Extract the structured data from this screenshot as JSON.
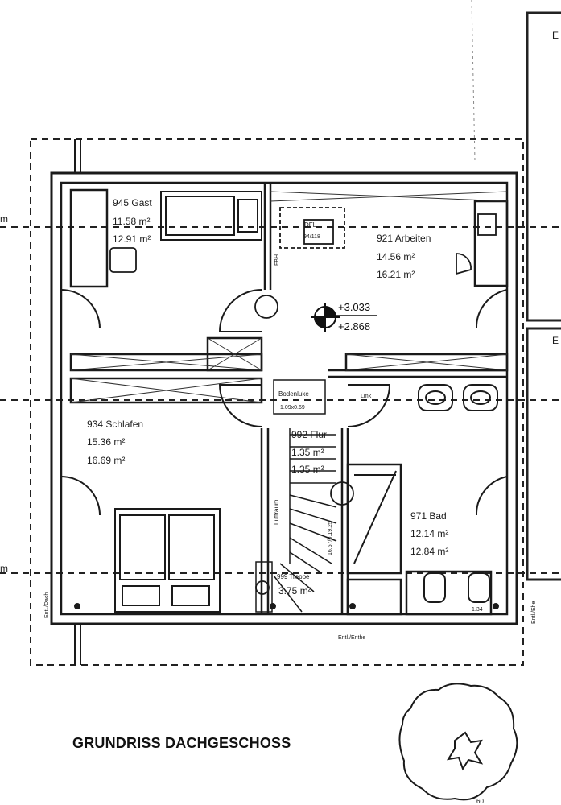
{
  "title": "GRUNDRISS DACHGESCHOSS",
  "rooms": {
    "gast": {
      "name": "945 Gast",
      "area1": "11.58 m²",
      "area2": "12.91 m²"
    },
    "arbeiten": {
      "name": "921 Arbeiten",
      "area1": "14.56 m²",
      "area2": "16.21 m²"
    },
    "schlafen": {
      "name": "934 Schlafen",
      "area1": "15.36 m²",
      "area2": "16.69 m²"
    },
    "flur": {
      "name": "992 Flur",
      "area1": "1.35 m²",
      "area2": "1.35 m²"
    },
    "bad": {
      "name": "971 Bad",
      "area1": "12.14 m²",
      "area2": "12.84 m²"
    },
    "treppe": {
      "name": "999 Treppe",
      "area": "3.75 m²"
    }
  },
  "levels": {
    "upper": "+3.033",
    "lower": "+2.868"
  },
  "labels": {
    "dfl": "DFL",
    "dfl_size": "94/118",
    "fbh": "FBH",
    "bodenluke": "Bodenluke",
    "bodenluke_size": "1.09x0.69",
    "luftraum": "Luftraum",
    "stair_dim": "16.57/0.19.25",
    "enth_bottom": "Entl./Enthe",
    "enth_left": "Entl./Dach",
    "enth_right": "Entl./Ehe",
    "lmk": "Lmk",
    "bad_dim": "1.34",
    "edge_e_top": "E",
    "edge_e_mid": "E",
    "edge_m_top": "m",
    "edge_m_bottom": "m",
    "corner_num": "60"
  }
}
